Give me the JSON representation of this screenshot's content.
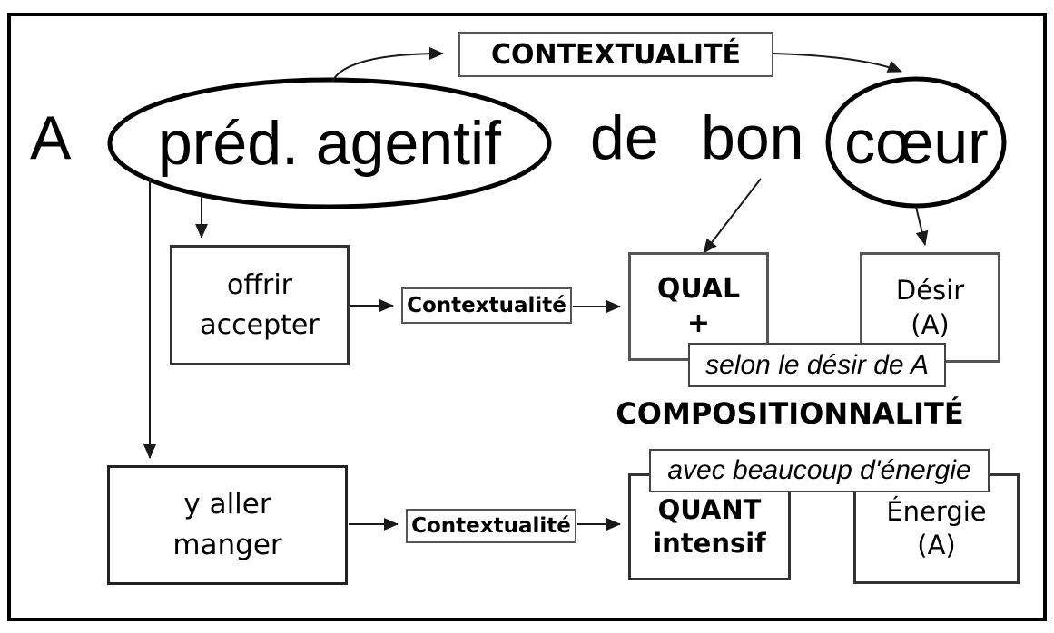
{
  "sentence": {
    "subject": "A",
    "predicate": "préd. agentif",
    "de": "de",
    "bon": "bon",
    "coeur": "cœur"
  },
  "labels": {
    "contextualite_top": "CONTEXTUALITÉ",
    "contextualite_mid": "Contextualité",
    "contextualite_low": "Contextualité",
    "compositionnalite": "COMPOSITIONNALITÉ"
  },
  "boxes": {
    "offrir": {
      "line1": "offrir",
      "line2": "accepter"
    },
    "qual": {
      "line1": "QUAL",
      "line2": "+"
    },
    "desir": {
      "line1": "Désir",
      "line2": "(A)"
    },
    "selon": "selon le désir de A",
    "avec": "avec beaucoup d'énergie",
    "quant": {
      "line1": "QUANT",
      "line2": "intensif"
    },
    "energie": {
      "line1": "Énergie",
      "line2": "(A)"
    },
    "yaller": {
      "line1": "y aller",
      "line2": "manger"
    }
  },
  "colors": {
    "ink": "#000000",
    "background": "#ffffff",
    "box_border": "#444444"
  }
}
